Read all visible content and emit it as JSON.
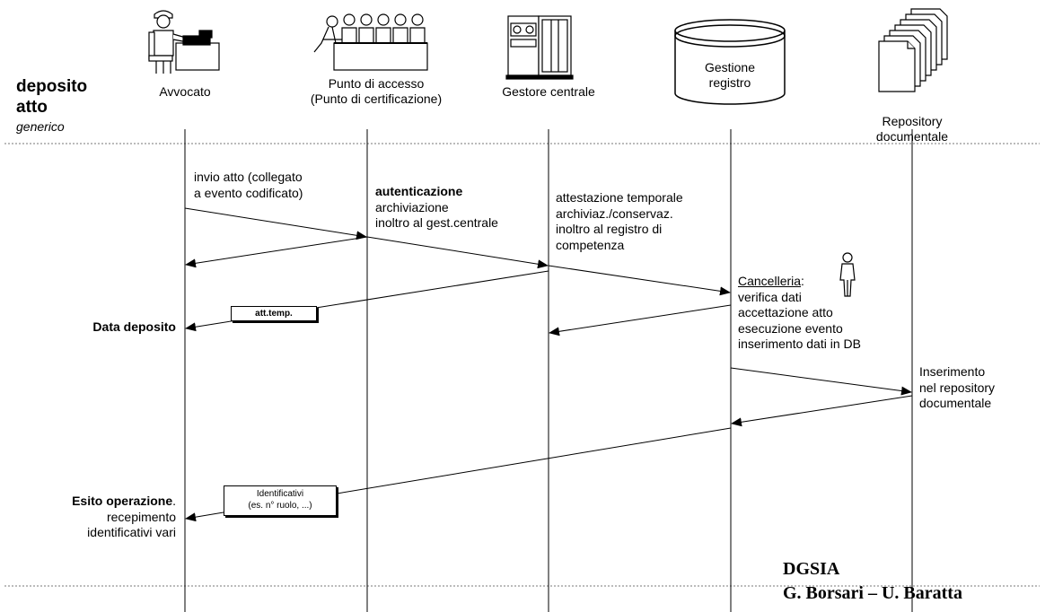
{
  "title": {
    "line1": "deposito",
    "line2": "atto",
    "subtitle": "generico"
  },
  "actors": [
    {
      "line1": "Avvocato",
      "line2": ""
    },
    {
      "line1": "Punto di accesso",
      "line2": "(Punto di certificazione)"
    },
    {
      "line1": "Gestore centrale",
      "line2": ""
    },
    {
      "line1": "Gestione",
      "line2": "registro"
    },
    {
      "line1": "Repository",
      "line2": "documentale"
    }
  ],
  "messages": {
    "invio": [
      "invio atto (collegato",
      "a evento codificato)"
    ],
    "accesso": {
      "bold": "autenticazione",
      "lines": [
        "archiviazione",
        "inoltro al gest.centrale"
      ]
    },
    "gestore": [
      "attestazione temporale",
      "archiviaz./conservaz.",
      "inoltro al registro di",
      "competenza"
    ],
    "cancelleria": {
      "underlined": "Cancelleria",
      "suffix": ":",
      "lines": [
        "verifica dati",
        "accettazione atto",
        "esecuzione evento",
        "inserimento dati in DB"
      ]
    },
    "repository": [
      "Inserimento",
      "nel repository",
      "documentale"
    ]
  },
  "notes": {
    "att_temp": "att.temp.",
    "identificativi": [
      "Identificativi",
      "(es. n° ruolo, ...)"
    ]
  },
  "left_labels": {
    "data_deposito": "Data deposito",
    "esito_bold": "Esito operazione",
    "esito_suffix": ".",
    "esito_lines": [
      "recepimento",
      "identificativi vari"
    ]
  },
  "credits": {
    "org": "DGSIA",
    "authors": "G. Borsari – U. Baratta"
  }
}
